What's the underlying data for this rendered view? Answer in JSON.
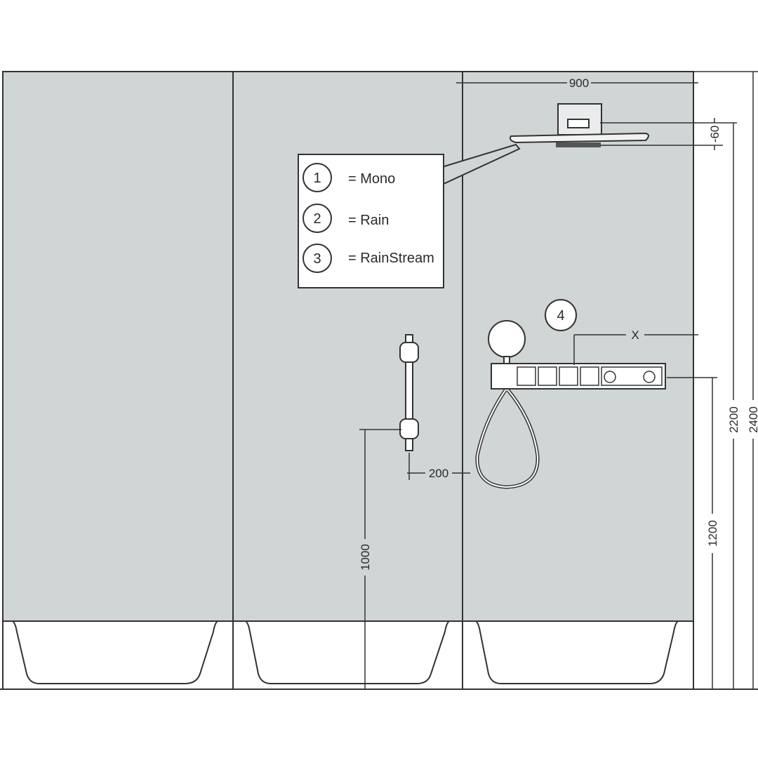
{
  "colors": {
    "wall": "#d0d5d6",
    "line": "#333333",
    "legend_bg": "#ffffff"
  },
  "legend": [
    {
      "number": "1",
      "label": "= Mono"
    },
    {
      "number": "2",
      "label": "= Rain"
    },
    {
      "number": "3",
      "label": "= RainStream"
    }
  ],
  "callout_number": "4",
  "dimensions": {
    "shower_head_width": "900",
    "head_offset": "-60",
    "thermostat_offset": "X",
    "hand_shower_spacing": "200",
    "rail_height": "1000",
    "thermostat_height": "1200",
    "head_height": "2200",
    "ceiling_height": "2400"
  }
}
